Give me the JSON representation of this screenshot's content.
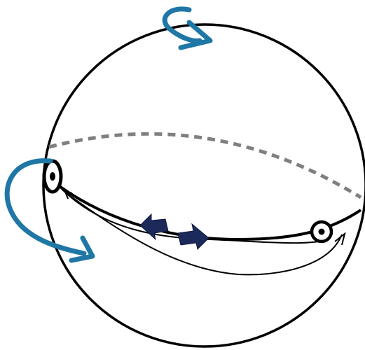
{
  "colors": {
    "outline": "#000000",
    "back_equator": "#7f7f7f",
    "rotation_arrow": "#1f77a6",
    "double_arrow": "#1b2a5a",
    "background": "#ffffff"
  },
  "elements": {
    "sphere": {
      "icon": "circle-outline"
    },
    "back_equator": {
      "style": "dashed"
    },
    "front_equator": {
      "style": "solid"
    },
    "left_vortex": {
      "icon": "circled-dot-icon"
    },
    "right_vortex": {
      "icon": "circled-dot-icon"
    },
    "top_rotation": {
      "icon": "curved-arrow-icon"
    },
    "left_rotation": {
      "icon": "curved-arrow-icon"
    },
    "center_arrows": {
      "icon": "double-headed-arrow-icon"
    }
  }
}
